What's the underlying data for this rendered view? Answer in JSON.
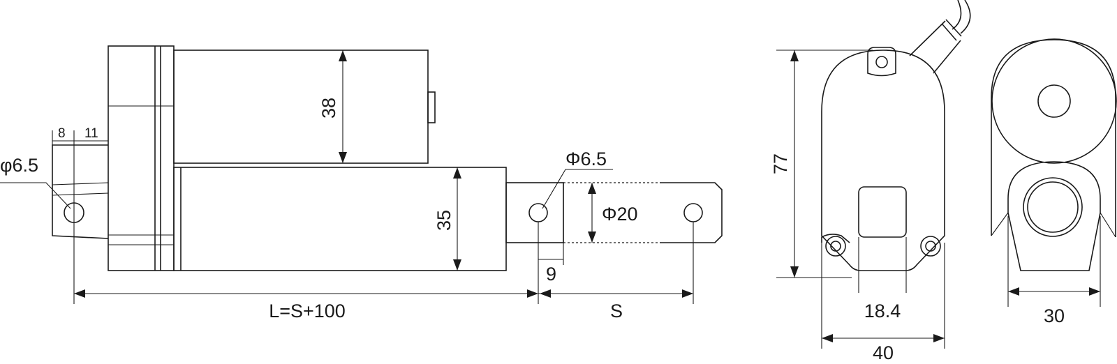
{
  "side_view": {
    "motor_diameter": "38",
    "tube_diameter": "35",
    "rod_diameter": "Φ20",
    "front_hole": "Φ6.5",
    "rear_hole": "φ6.5",
    "rear_offset_1": "8",
    "rear_offset_2": "11",
    "rod_end_offset": "9",
    "retracted_length": "L=S+100",
    "stroke": "S"
  },
  "end_view": {
    "height": "77",
    "slot_width": "18.4",
    "base_width": "40"
  },
  "back_view": {
    "width": "30"
  },
  "colors": {
    "line": "#1a1a1a",
    "background": "#ffffff"
  }
}
